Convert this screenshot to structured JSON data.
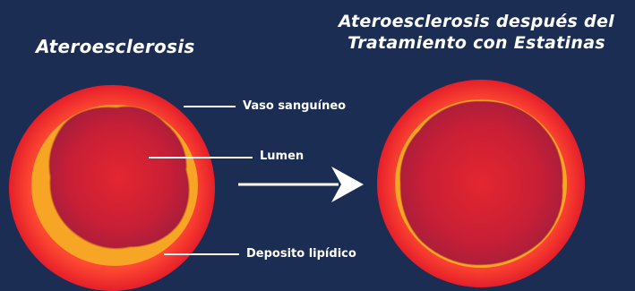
{
  "titles": {
    "left": "Ateroesclerosis",
    "right_line1": "Ateroesclerosis después del",
    "right_line2": "Tratamiento con Estatinas"
  },
  "labels": {
    "vessel": "Vaso sanguíneo",
    "lumen": "Lumen",
    "lipid_deposit": "Deposito lipídico"
  },
  "colors": {
    "background": "#1b2d52",
    "vessel_wall": "#e8232b",
    "lipid_deposit": "#f5a623",
    "lumen": "#c42035",
    "text": "#ffffff"
  },
  "icons": {
    "arrow": "arrow-right-icon"
  }
}
